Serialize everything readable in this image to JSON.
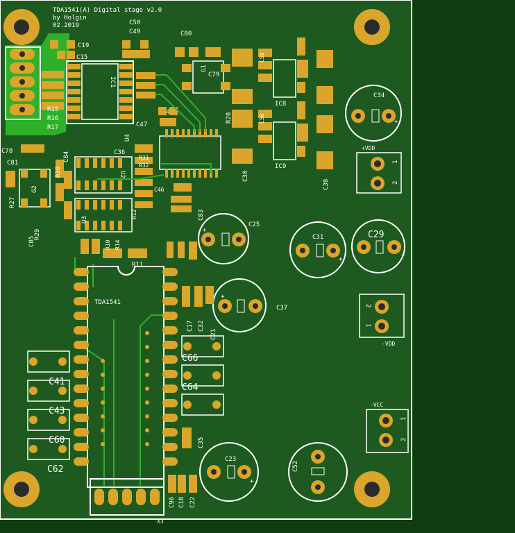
{
  "board": {
    "title_lines": [
      "TDA1541(A) Digital stage v2.0",
      "by Holgin",
      "02.2019"
    ],
    "colors": {
      "pcb": "#1e5a1f",
      "copper": "#2eb02a",
      "pad": "#d9a62b",
      "silk": "#ffffff",
      "background": "#0f3d10",
      "hole": "#2b2b2b"
    }
  },
  "parts": {
    "ic_main": "TDA1541",
    "ic1": "IC1",
    "ic8": "IC8",
    "ic9": "IC9",
    "u3": "U3",
    "u4": "U4",
    "u2": "U2",
    "g1": "G1",
    "g2": "G2",
    "x3": "X3",
    "c19": "C19",
    "c15": "C15",
    "c50": "C50",
    "c49": "C49",
    "c80": "C80",
    "c79": "C79",
    "c58": "C58",
    "c56": "C56",
    "c36": "C36",
    "c34": "C34",
    "c25": "C25",
    "c31": "C31",
    "c29": "C29",
    "c37": "C37",
    "c47": "C47",
    "c48": "C48",
    "c46": "C46",
    "c78": "C78",
    "c81": "C81",
    "c84": "C84",
    "c85": "C85",
    "c30": "C30",
    "c38": "C38",
    "c83": "C83",
    "c32": "C32",
    "c17": "C17",
    "c21": "C21",
    "c66": "C66",
    "c64": "C64",
    "c41": "C41",
    "c43": "C43",
    "c60": "C60",
    "c62": "C62",
    "c35": "C35",
    "c23": "C23",
    "c52": "C52",
    "c96": "C96",
    "c18": "C18",
    "c22": "C22",
    "r15": "R15",
    "r16": "R16",
    "r17": "R17",
    "r28": "R28",
    "r27": "R27",
    "r30": "R30",
    "r29": "R29",
    "r31": "R31",
    "r32": "R32",
    "r11": "R11",
    "r12": "R12",
    "r10": "R10",
    "r14": "R14"
  },
  "power": {
    "pos_vdd": "+VDD",
    "neg_vdd": "-VDD",
    "neg_vcc": "-VCC",
    "pin1": "1",
    "pin2": "2",
    "plus": "+"
  }
}
